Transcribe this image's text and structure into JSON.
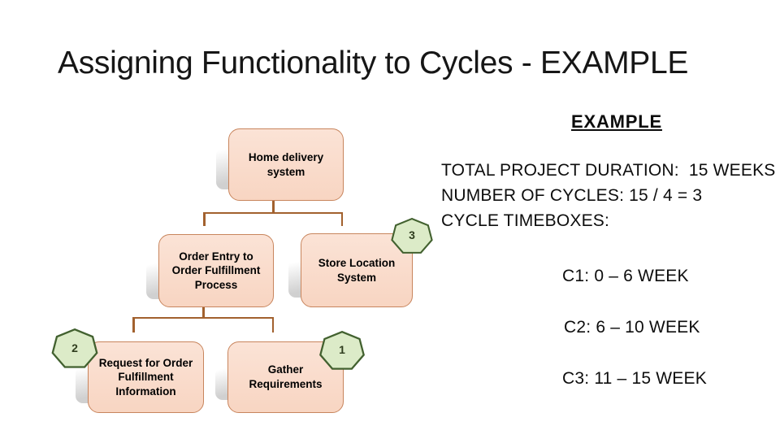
{
  "title": "Assigning Functionality to Cycles - EXAMPLE",
  "example_heading": "EXAMPLE",
  "project_info": {
    "duration_line": "TOTAL PROJECT DURATION:  15 WEEKS",
    "cycles_line": "NUMBER OF CYCLES: 15 / 4 = 3",
    "timeboxes_label": "CYCLE TIMEBOXES:",
    "timeboxes": [
      {
        "id": "c1",
        "label": "C1: 0 – 6 WEEK"
      },
      {
        "id": "c2",
        "label": "C2: 6 – 10 WEEK"
      },
      {
        "id": "c3",
        "label": "C3: 11 – 15 WEEK"
      }
    ]
  },
  "org_chart": {
    "nodes": [
      {
        "id": "home-delivery-system",
        "label": "Home delivery system",
        "cycle_badge": null
      },
      {
        "id": "order-entry-process",
        "label": "Order Entry to Order Fulfillment Process",
        "cycle_badge": null
      },
      {
        "id": "store-location-system",
        "label": "Store Location System",
        "cycle_badge": "3"
      },
      {
        "id": "request-order-fulfillment-info",
        "label": "Request for Order Fulfillment Information",
        "cycle_badge": "2"
      },
      {
        "id": "gather-requirements",
        "label": "Gather Requirements",
        "cycle_badge": "1"
      }
    ]
  },
  "colors": {
    "node_fill": "#f8d5c2",
    "node_fill_light": "#fbe3d6",
    "node_border": "#c8855d",
    "connector": "#a2612e",
    "badge_fill": "#dcebc8",
    "badge_border": "#42612f"
  }
}
